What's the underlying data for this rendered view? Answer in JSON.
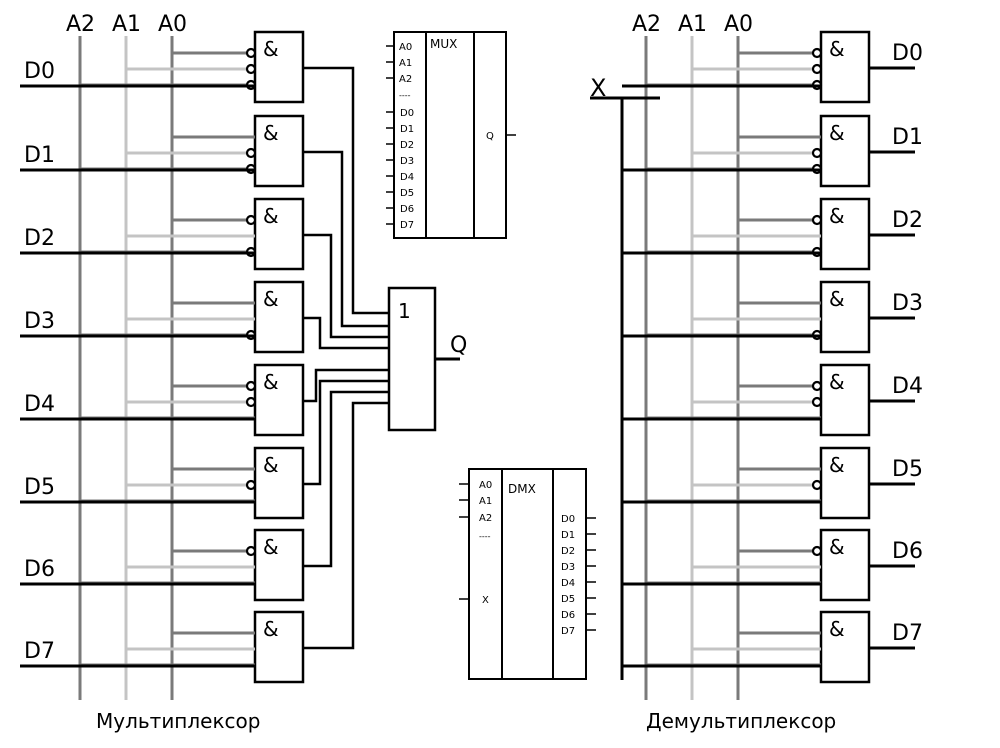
{
  "addr_labels": [
    "A2",
    "A1",
    "A0"
  ],
  "addr_colors": {
    "A2": "#808080",
    "A1": "#c0c0c0",
    "A0": "#808080"
  },
  "mux": {
    "inputs": [
      "D0",
      "D1",
      "D2",
      "D3",
      "D4",
      "D5",
      "D6",
      "D7"
    ],
    "and_symbol": "&",
    "or_symbol": "1",
    "output": "Q",
    "caption": "Мультиплексор"
  },
  "demux": {
    "input": "X",
    "outputs": [
      "D0",
      "D1",
      "D2",
      "D3",
      "D4",
      "D5",
      "D6",
      "D7"
    ],
    "and_symbol": "&",
    "caption": "Демультиплексор"
  },
  "mux_block": {
    "title": "MUX",
    "addr_pins": [
      "A0",
      "A1",
      "A2"
    ],
    "separator": "----",
    "data_pins": [
      "D0",
      "D1",
      "D2",
      "D3",
      "D4",
      "D5",
      "D6",
      "D7"
    ],
    "output_pin": "Q"
  },
  "dmx_block": {
    "title": "DMX",
    "addr_pins": [
      "A0",
      "A1",
      "A2"
    ],
    "separator": "----",
    "input_pin": "X",
    "data_pins": [
      "D0",
      "D1",
      "D2",
      "D3",
      "D4",
      "D5",
      "D6",
      "D7"
    ]
  }
}
